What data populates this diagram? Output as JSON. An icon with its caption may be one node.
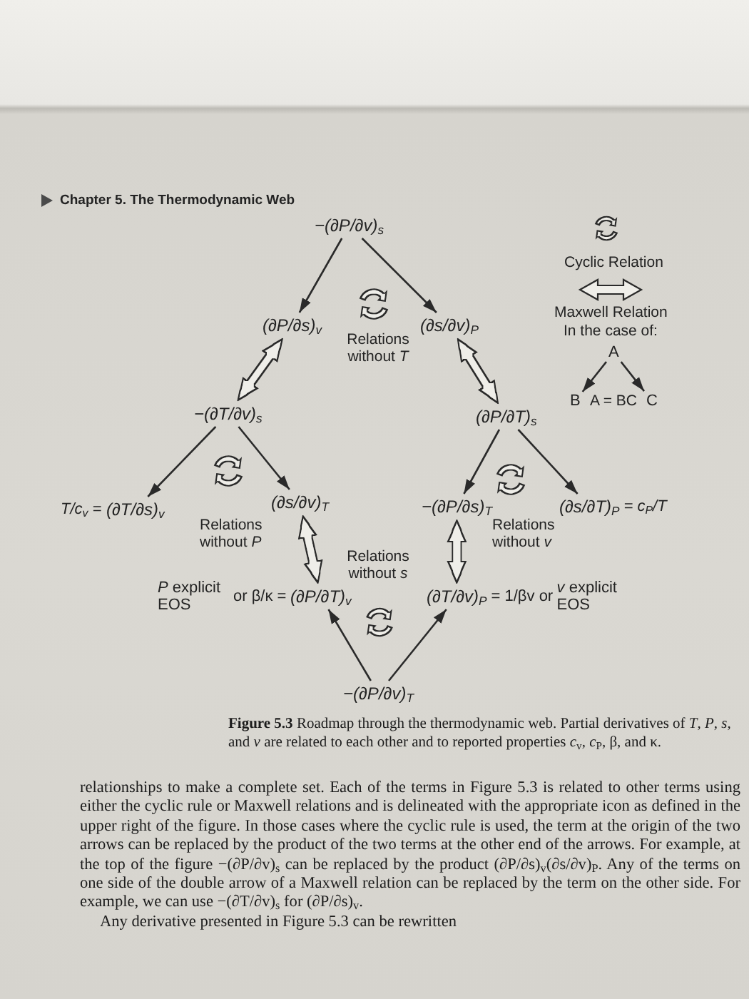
{
  "diagram": {
    "caption": "**Figure 5.3** Roadmap through the thermodynamic web. Partial derivatives of *T*, *P*, *s*, and *v* are related to each other and to reported properties *c*$_{v}$, *c*$_{P}$, β, and κ.",
    "nodes": [
      {
        "text": [
          "−(∂P/∂v)$_{s}$"
        ]
      },
      {
        "text": [
          "(∂P/∂s)$_{v}$"
        ]
      },
      {
        "text": [
          "(∂s/∂v)$_{P}$"
        ]
      },
      {
        "text": [
          "−(∂T/∂v)$_{s}$"
        ]
      },
      {
        "text": [
          "(∂P/∂T)$_{s}$"
        ]
      },
      {
        "text": [
          "(∂T/∂s)$_{v}$"
        ],
        "beside": [
          "T/c$_{v}$ ="
        ]
      },
      {
        "text": [
          "(∂s/∂v)$_{T}$"
        ]
      },
      {
        "text": [
          "−(∂P/∂s)$_{T}$"
        ]
      },
      {
        "text": [
          "(∂s/∂T)$_{P}$"
        ],
        "beside": [
          "= c$_{P}$/T"
        ]
      },
      {
        "text": [
          "(∂P/∂T)$_{v}$"
        ],
        "beside": [
          "*P* explicit EOS",
          "or β/κ ="
        ]
      },
      {
        "text": [
          "(∂T/∂v)$_{P}$"
        ],
        "beside": [
          "= 1/βv or",
          "*v* explicit EOS"
        ]
      },
      {
        "text": [
          "−(∂P/∂v)$_{T}$"
        ]
      },
      {
        "text": [
          "A"
        ]
      },
      {
        "text": [
          "B"
        ]
      },
      {
        "text": [
          "C"
        ]
      }
    ],
    "edges": [
      {
        "from": 0,
        "to": 1,
        "arrow": "to"
      },
      {
        "from": 0,
        "to": 2,
        "arrow": "to"
      },
      {
        "from": 1,
        "to": 3,
        "arrow": "both",
        "style": "thick"
      },
      {
        "from": 2,
        "to": 4,
        "arrow": "both",
        "style": "thick"
      },
      {
        "from": 3,
        "to": 5,
        "arrow": "to"
      },
      {
        "from": 3,
        "to": 6,
        "arrow": "to"
      },
      {
        "from": 4,
        "to": 7,
        "arrow": "to"
      },
      {
        "from": 4,
        "to": 8,
        "arrow": "to"
      },
      {
        "from": 6,
        "to": 9,
        "arrow": "both",
        "style": "thick"
      },
      {
        "from": 7,
        "to": 10,
        "arrow": "both",
        "style": "thick"
      },
      {
        "from": 11,
        "to": 9,
        "arrow": "to"
      },
      {
        "from": 11,
        "to": 10,
        "arrow": "to"
      },
      {
        "from": 12,
        "to": 13,
        "arrow": "to"
      },
      {
        "from": 12,
        "to": 14,
        "arrow": "to"
      }
    ],
    "labels": [
      "Chapter 5. The Thermodynamic Web",
      "In the case of:",
      "Relations without *T*",
      "A = BC",
      "Relations without *P*",
      "Relations without *v*",
      "Relations without *s*",
      "relationships to make a complete set. Each of the terms in Figure 5.3 is related to other terms using either the cyclic rule or Maxwell relations and is delineated with the appropriate icon as defined in the upper right of the figure. In those cases where the cyclic rule is used, the term at the origin of the two arrows can be replaced by the product of the two terms at the other end of the arrows. For example, at the top of the figure −(∂P/∂v)$_{s}$ can be replaced by the product (∂P/∂s)$_{v}$(∂s/∂v)$_{P}$. Any of the terms on one side of the double arrow of a Maxwell relation can be replaced by the term on the other side. For example, we can use −(∂T/∂v)$_{s}$ for (∂P/∂s)$_{v}$.",
      "Any derivative presented in Figure 5.3 can be rewritten"
    ],
    "legend": [
      {
        "text": "Cyclic Relation"
      },
      {
        "text": "Maxwell Relation"
      }
    ]
  }
}
